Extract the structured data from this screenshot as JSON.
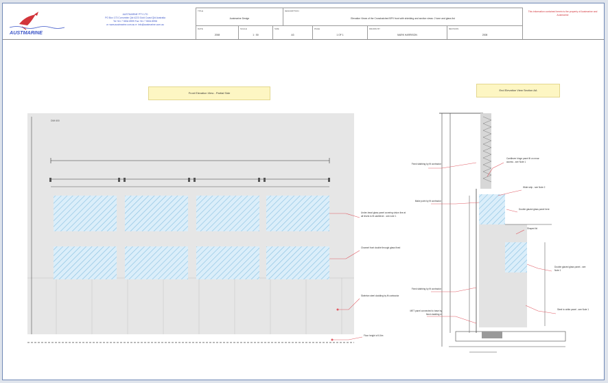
{
  "company": {
    "name": "AUSTMARINE",
    "address_lines": [
      "AUSTMARINE PTY LTD",
      "PO Box 173 Currumbin Qld 4223 Gold Coast Qld Australia",
      "Tel +61 7 5534 8999 Fax +61 7 5534 8998",
      "w: www.austmarine.com.au e: info@austmarine.com.au"
    ]
  },
  "title_block": {
    "title_label": "TITLE",
    "title_value": "Austmarine Design",
    "description_label": "DESCRIPTION",
    "description_value": "Elevation Views of the Crosshatched BPV front with shielding and section views: 2 tone and glass list",
    "fields": [
      {
        "label": "DATE",
        "value": "2008"
      },
      {
        "label": "SCALE",
        "value": "1 : 50"
      },
      {
        "label": "SIZE",
        "value": "A3"
      },
      {
        "label": "PAGE",
        "value": "1 OF 1"
      },
      {
        "label": "DRAWN BY",
        "value": "MARK HARRISON"
      },
      {
        "label": "REVISION",
        "value": "2008"
      }
    ],
    "note": "This information contained herein is the property of Austmarine and Austmarine"
  },
  "views": {
    "front_title": "Front Elevation View - Partial Side",
    "section_title": "End Elevation View Section AA"
  },
  "front_annotations": {
    "top_label": "DIM 600",
    "callouts": [
      "Under-head glass panel covering vision line at all levels to fit cantilever - see note 1",
      "Channel front double through glass fixed",
      "Skeleton steel cladding by fit contractor",
      "Floor height of 6.6m"
    ]
  },
  "section_annotations": {
    "callouts_left": [
      "Fixed slabbing by fit contractor",
      "Make point by fit contractor",
      "Fixed slabbing by fit contractor",
      "MET panel connected to base by fixed cladding m"
    ],
    "callouts_right": [
      "Cantilever hinge panel fit on mnar access - see Note 1",
      "Wide strip - see Note 2",
      "Double glazed glass panel here",
      "Shaped lid",
      "Double glazed glass panel - see Note 1",
      "Steel to white panel - see Note 1"
    ]
  },
  "colors": {
    "glass_fill": "#dbeefa",
    "glass_hatch": "#8cc2e2",
    "panel_fill": "#e8e8e8",
    "callout_leader": "#e05a63",
    "accent_text": "#d2343a",
    "frame_border": "#6f87b5"
  }
}
